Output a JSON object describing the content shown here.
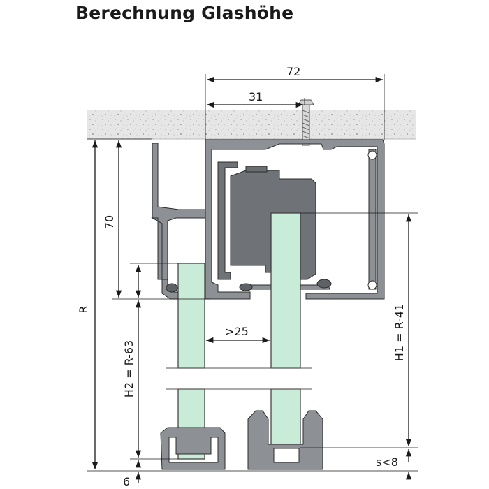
{
  "title": "Berechnung Glashöhe",
  "dimensions": {
    "width_total": "72",
    "width_inner": "31",
    "height_top": "70",
    "room_height": "R",
    "h1": "H1 = R-41",
    "h2": "H2 = R-63",
    "gap": ">25",
    "floor_gap": "s<8",
    "offset": "6"
  },
  "colors": {
    "ceiling": "#e4e4e4",
    "profile": "#8d9195",
    "glass": "#c9ecd8",
    "guide": "#8d9195"
  }
}
